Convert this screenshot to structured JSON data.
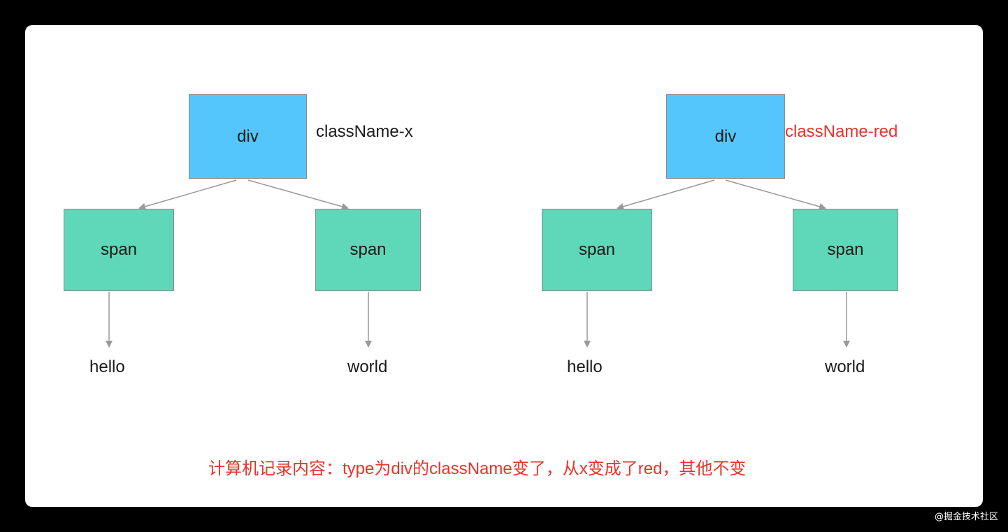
{
  "colors": {
    "div_fill": "#55c6fb",
    "span_fill": "#5ed8b8",
    "highlight": "#e8332a",
    "text": "#1a1a1a"
  },
  "left_tree": {
    "root": {
      "label": "div",
      "class_label": "className-x"
    },
    "children": [
      {
        "label": "span",
        "text": "hello"
      },
      {
        "label": "span",
        "text": "world"
      }
    ]
  },
  "right_tree": {
    "root": {
      "label": "div",
      "class_label": "className-red"
    },
    "children": [
      {
        "label": "span",
        "text": "hello"
      },
      {
        "label": "span",
        "text": "world"
      }
    ]
  },
  "caption": "计算机记录内容：type为div的className变了，从x变成了red，其他不变",
  "watermark": "@掘金技术社区"
}
